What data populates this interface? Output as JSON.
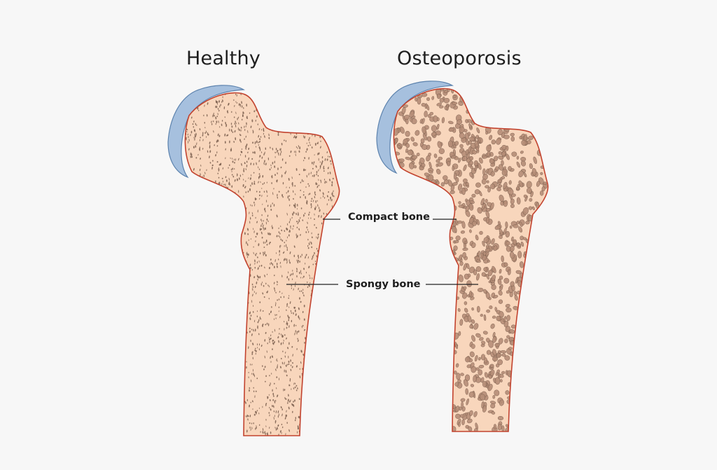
{
  "titles": {
    "left": "Healthy",
    "right": "Osteoporosis"
  },
  "labels": {
    "compact": "Compact bone",
    "spongy": "Spongy bone"
  },
  "colors": {
    "background": "#f7f7f7",
    "bone_fill": "#f8d6bc",
    "bone_outline": "#c2432f",
    "cartilage": "#a6c0de",
    "cartilage_edge": "#5c82ad",
    "pore": "#7a5e4e",
    "pore_osteo": "#b58d77",
    "leader_line": "#222222"
  }
}
